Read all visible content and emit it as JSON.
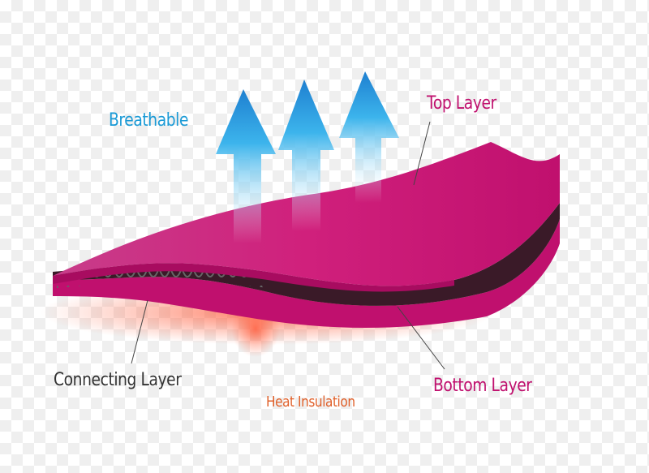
{
  "labels": {
    "breathable": "Breathable",
    "top_layer": "Top Layer",
    "connecting_layer": "Connecting Layer",
    "heat_insulation": "Heat Insulation",
    "bottom_layer": "Bottom Layer"
  },
  "colors": {
    "breathable": "#1a9ad6",
    "top_layer": "#c0106e",
    "connecting_layer": "#333333",
    "heat_insulation": "#e0602a",
    "bottom_layer": "#c0106e",
    "fabric": "#d0187a",
    "arrow": "#1e8fd8"
  }
}
